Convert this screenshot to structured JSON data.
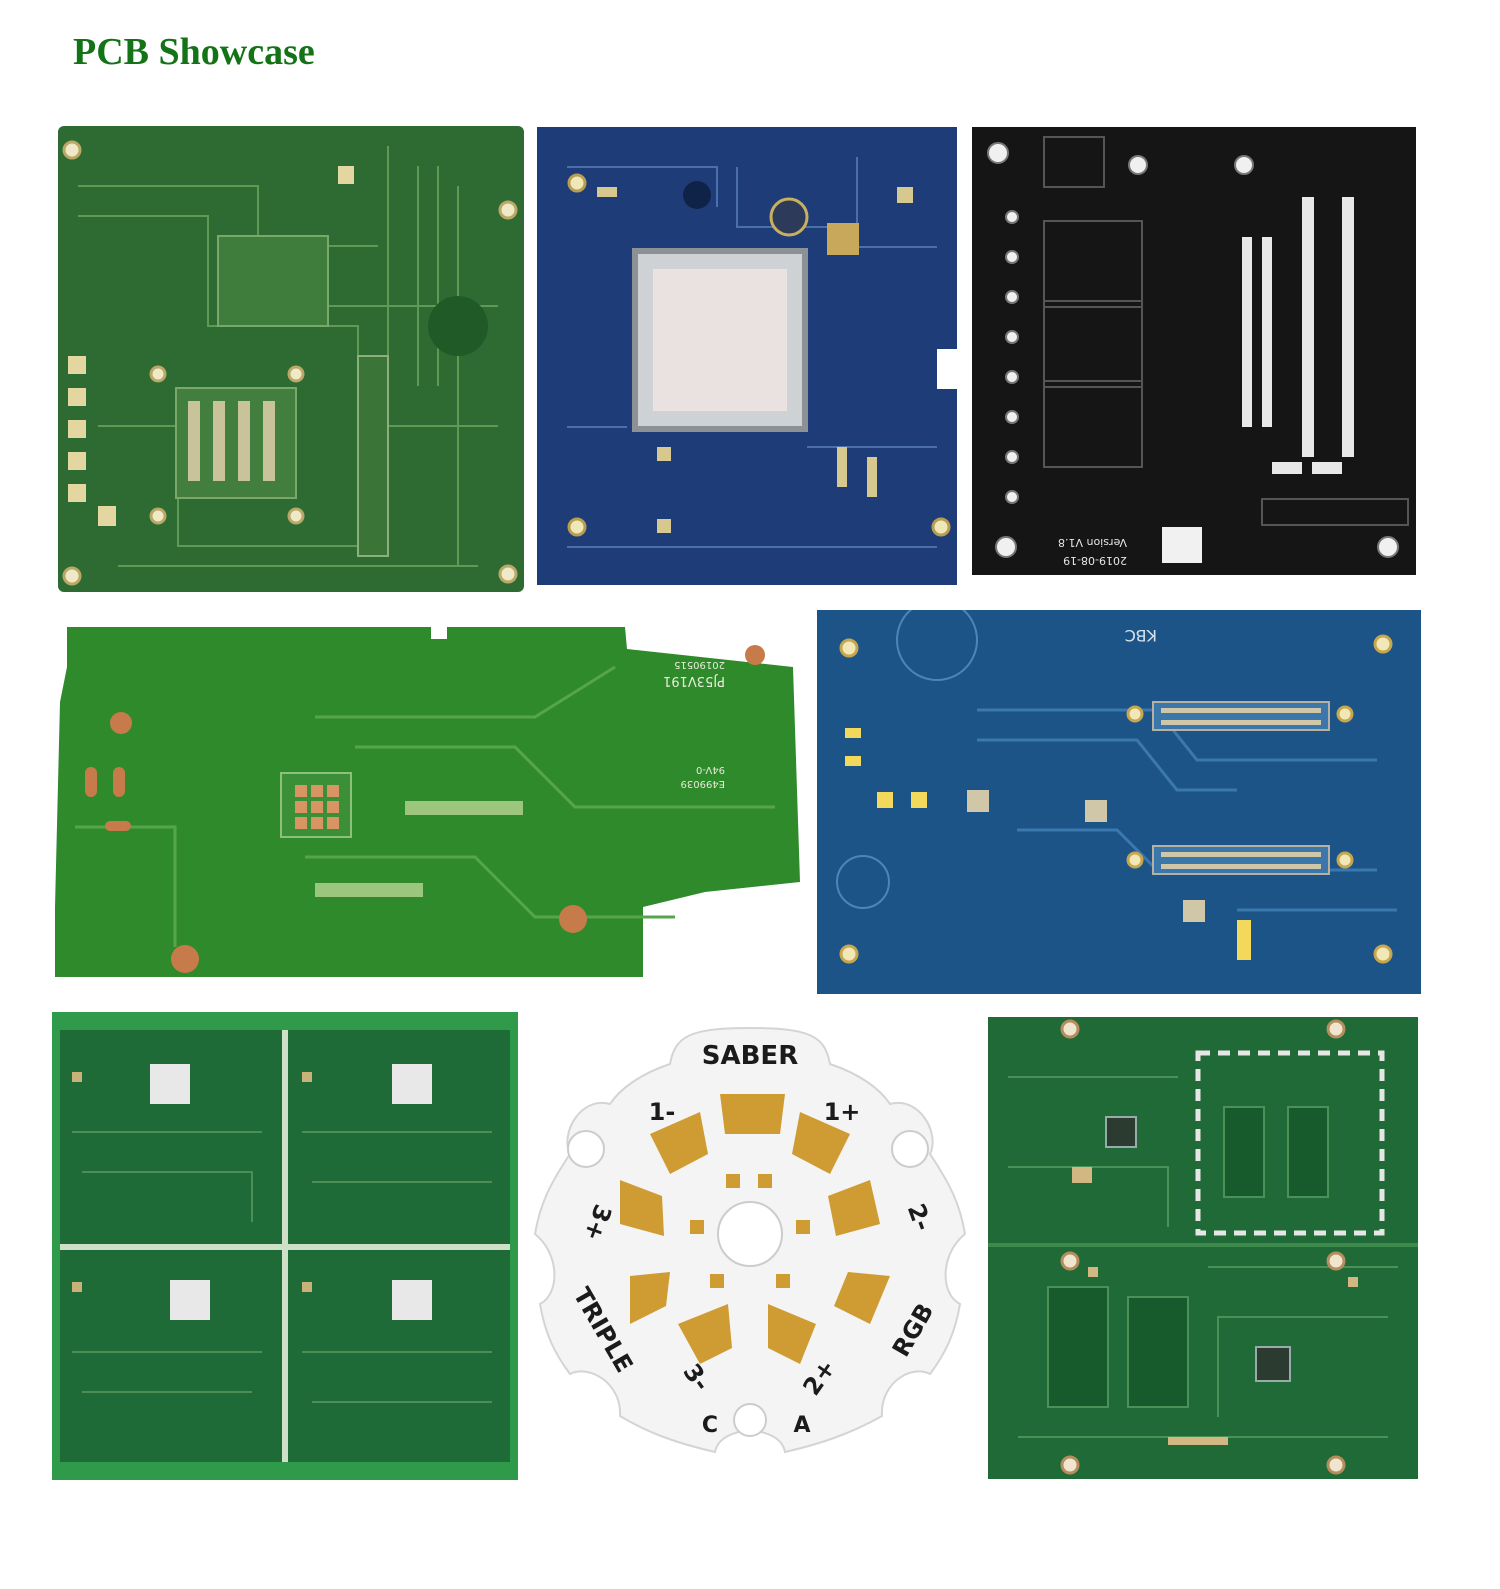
{
  "page": {
    "title": "PCB Showcase",
    "title_color": "#137316"
  },
  "boards": [
    {
      "name": "Green multilayer motherboard",
      "solder_mask": "#2d6b33"
    },
    {
      "name": "Blue board with large BGA",
      "solder_mask": "#1e3d78"
    },
    {
      "name": "Black board",
      "solder_mask": "#151515",
      "silkscreen": [
        "Version V1.8",
        "2019-08-19"
      ]
    },
    {
      "name": "Green irregular board",
      "solder_mask": "#2f8a2c",
      "silkscreen": [
        "PJ53V191",
        "20190515",
        "E499039",
        "94V-0"
      ]
    },
    {
      "name": "Blue KBC board",
      "solder_mask": "#1c5487",
      "silkscreen": [
        "KBC"
      ]
    },
    {
      "name": "Green panel of four boards",
      "solder_mask": "#1f6b38"
    },
    {
      "name": "White aluminium LED star board",
      "solder_mask": "#f4f4f4",
      "pad_color": "#cf9b33",
      "silkscreen": [
        "SABER",
        "1-",
        "1+",
        "2-",
        "2+",
        "3-",
        "3+",
        "C",
        "A",
        "TRIPLE",
        "RGB"
      ]
    },
    {
      "name": "Green dense board",
      "solder_mask": "#1f6a37"
    }
  ]
}
